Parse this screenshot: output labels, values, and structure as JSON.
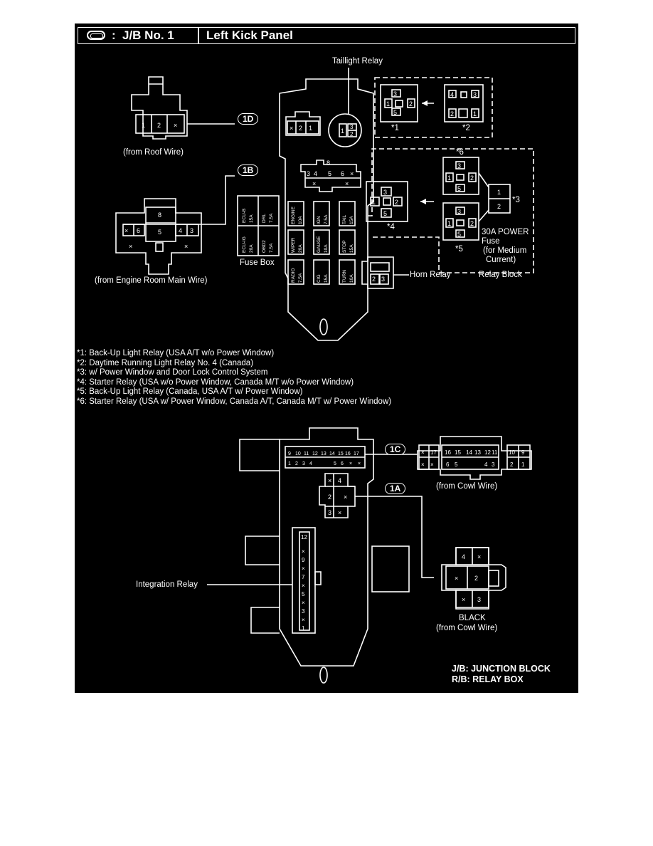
{
  "header": {
    "icon": "junction-block-icon",
    "title": "J/B No. 1",
    "location": "Left Kick Panel",
    "colon": ":"
  },
  "labels": {
    "taillight_relay": "Taillight Relay",
    "from_roof_wire": "(from Roof Wire)",
    "from_engine_room": "(from Engine Room Main Wire)",
    "fuse_box": "Fuse Box",
    "horn_relay": "Horn Relay",
    "relay_block": "Relay Block",
    "power_fuse_1": "30A POWER",
    "power_fuse_2": "Fuse",
    "power_fuse_3": "(for Medium",
    "power_fuse_4": "Current)",
    "from_cowl_wire_1c": "(from Cowl Wire)",
    "integration_relay": "Integration Relay",
    "black": "BLACK",
    "from_cowl_wire_1a": "(from Cowl Wire)",
    "star1": "*1",
    "star2": "*2",
    "star3": "*3",
    "star4": "*4",
    "star5": "*5",
    "star6": "*6"
  },
  "connectors": {
    "c1d": "1D",
    "c1b": "1B",
    "c1c": "1C",
    "c1a": "1A"
  },
  "fuses": {
    "f1_name": "ECU-B",
    "f1_amp": "15A",
    "f2_name": "DRL",
    "f2_amp": "7.5A",
    "f3_name": "ECU-IG",
    "f3_amp": "20A",
    "f4_name": "OBD2",
    "f4_amp": "7.5A",
    "f5_name": "ENGINE",
    "f5_amp": "10A",
    "f6_name": "IGN",
    "f6_amp": "7.5A",
    "f7_name": "TAIL",
    "f7_amp": "15A",
    "f8_name": "WIPER",
    "f8_amp": "20A",
    "f9_name": "GAUGE",
    "f9_amp": "10A",
    "f10_name": "STOP",
    "f10_amp": "15A",
    "f11_name": "RADIO",
    "f11_amp": "7.5A",
    "f12_name": "CIG",
    "f12_amp": "15A",
    "f13_name": "TURN",
    "f13_amp": "10A"
  },
  "notes": [
    "*1: Back-Up Light Relay (USA A/T w/o Power Window)",
    "*2: Daytime Running Light Relay No. 4 (Canada)",
    "*3: w/ Power Window and Door Lock Control System",
    "*4: Starter Relay (USA w/o Power Window, Canada M/T w/o Power Window)",
    "*5: Back-Up Light Relay (Canada, USA A/T w/ Power Window)",
    "*6: Starter Relay (USA w/ Power Window, Canada A/T, Canada M/T w/ Power Window)"
  ],
  "legend": {
    "jb": "J/B: JUNCTION BLOCK",
    "rb": "R/B: RELAY BOX"
  },
  "pins": {
    "x": "×",
    "p1": "1",
    "p2": "2",
    "p3": "3",
    "p4": "4",
    "p5": "5",
    "p6": "6",
    "p7": "7",
    "p8": "8",
    "p9": "9",
    "p10": "10",
    "p11": "11",
    "p12": "12",
    "p13": "13",
    "p14": "14",
    "p15": "15",
    "p16": "16",
    "p17": "17"
  }
}
